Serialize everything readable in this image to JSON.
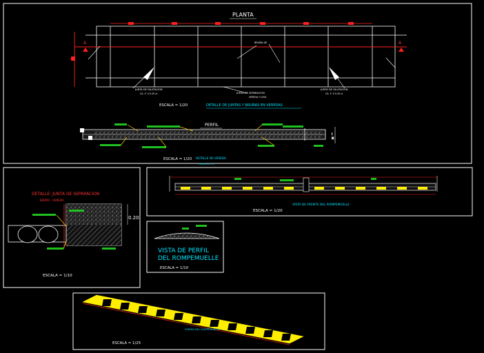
{
  "sheet": {
    "plan_title": "PLANTA",
    "plan_scale": "ESCALA = 1/20",
    "plan_detail": "DETALLE DE JUNTAS Y BRUÑAS EN VEREDAS",
    "plan_section_mark": "A",
    "plan_note_left": "JUNTA DE DILATACION",
    "plan_note_left_sub": "CA. 1\" X 0.20 m",
    "plan_note_mid": "JUNTA DE SEPARACION",
    "plan_note_mid_sub": "VEREDA Y LOSA",
    "plan_note_right": "JUNTA DE DILATACION",
    "plan_note_right_sub": "CA. 1\" X 0.20 m",
    "plan_note_bruna": "BRUÑA DE",
    "profile_title": "PERFIL",
    "profile_scale": "ESCALA = 1/20",
    "profile_detail": "DETALLE DE VEREDA",
    "profile_cut": "CORTE A - A",
    "joint_title": "DETALLE:  JUNTA DE SEPARACION",
    "joint_subtitle": "BERMA - VEREDA",
    "joint_dim": "0.20",
    "joint_scale": "ESCALA = 1/10",
    "front_view": "VISTA DE FRENTE DEL ROMPEMUELLE",
    "front_scale": "ESCALA = 1/20",
    "rompe_profile": "VISTA DE PERFIL DEL ROMPEMUELLE",
    "rompe_scale": "ESCALA = 1/10",
    "iso_label": "DISEÑO DEL ROMPEMUELLE",
    "iso_scale": "ESCALA = 1/25"
  },
  "colors": {
    "frame": "#ffffff",
    "accent_red": "#ff2020",
    "accent_cyan": "#00e5ff",
    "accent_green": "#20c020",
    "accent_yellow": "#ffee00",
    "hatch": "#bbbbbb"
  }
}
